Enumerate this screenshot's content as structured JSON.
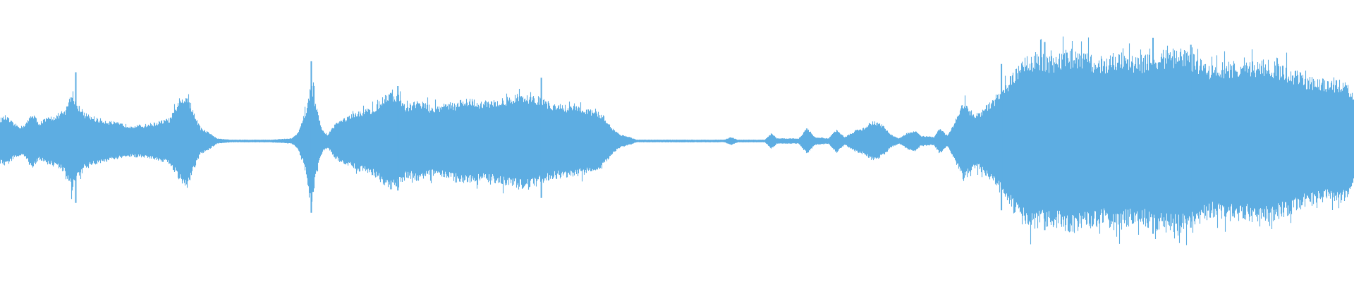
{
  "waveform": {
    "color": "#5dade2",
    "background": "#ffffff",
    "duration_fraction_shown": 1.0,
    "envelope": [
      [
        0.0,
        0.17
      ],
      [
        0.004,
        0.19
      ],
      [
        0.01,
        0.13
      ],
      [
        0.016,
        0.11
      ],
      [
        0.02,
        0.15
      ],
      [
        0.024,
        0.22
      ],
      [
        0.028,
        0.14
      ],
      [
        0.034,
        0.17
      ],
      [
        0.042,
        0.2
      ],
      [
        0.048,
        0.24
      ],
      [
        0.053,
        0.38
      ],
      [
        0.057,
        0.29
      ],
      [
        0.062,
        0.21
      ],
      [
        0.072,
        0.17
      ],
      [
        0.085,
        0.14
      ],
      [
        0.095,
        0.12
      ],
      [
        0.105,
        0.12
      ],
      [
        0.115,
        0.14
      ],
      [
        0.125,
        0.17
      ],
      [
        0.133,
        0.3
      ],
      [
        0.138,
        0.36
      ],
      [
        0.142,
        0.24
      ],
      [
        0.148,
        0.1
      ],
      [
        0.155,
        0.06
      ],
      [
        0.16,
        0.02
      ],
      [
        0.17,
        0.01
      ],
      [
        0.2,
        0.01
      ],
      [
        0.215,
        0.02
      ],
      [
        0.22,
        0.06
      ],
      [
        0.226,
        0.24
      ],
      [
        0.23,
        0.45
      ],
      [
        0.234,
        0.24
      ],
      [
        0.238,
        0.08
      ],
      [
        0.242,
        0.05
      ],
      [
        0.248,
        0.14
      ],
      [
        0.256,
        0.18
      ],
      [
        0.265,
        0.22
      ],
      [
        0.275,
        0.25
      ],
      [
        0.285,
        0.35
      ],
      [
        0.293,
        0.36
      ],
      [
        0.3,
        0.27
      ],
      [
        0.31,
        0.3
      ],
      [
        0.318,
        0.26
      ],
      [
        0.325,
        0.27
      ],
      [
        0.335,
        0.28
      ],
      [
        0.345,
        0.32
      ],
      [
        0.355,
        0.29
      ],
      [
        0.365,
        0.31
      ],
      [
        0.375,
        0.33
      ],
      [
        0.385,
        0.35
      ],
      [
        0.395,
        0.34
      ],
      [
        0.405,
        0.29
      ],
      [
        0.415,
        0.27
      ],
      [
        0.425,
        0.26
      ],
      [
        0.435,
        0.24
      ],
      [
        0.445,
        0.2
      ],
      [
        0.452,
        0.1
      ],
      [
        0.458,
        0.05
      ],
      [
        0.465,
        0.03
      ],
      [
        0.47,
        0.01
      ],
      [
        0.5,
        0.01
      ],
      [
        0.535,
        0.01
      ],
      [
        0.54,
        0.03
      ],
      [
        0.545,
        0.01
      ],
      [
        0.565,
        0.01
      ],
      [
        0.57,
        0.06
      ],
      [
        0.574,
        0.02
      ],
      [
        0.59,
        0.02
      ],
      [
        0.596,
        0.1
      ],
      [
        0.602,
        0.03
      ],
      [
        0.612,
        0.02
      ],
      [
        0.618,
        0.09
      ],
      [
        0.624,
        0.03
      ],
      [
        0.632,
        0.08
      ],
      [
        0.638,
        0.1
      ],
      [
        0.645,
        0.15
      ],
      [
        0.652,
        0.12
      ],
      [
        0.658,
        0.05
      ],
      [
        0.664,
        0.02
      ],
      [
        0.67,
        0.06
      ],
      [
        0.676,
        0.08
      ],
      [
        0.68,
        0.04
      ],
      [
        0.69,
        0.03
      ],
      [
        0.694,
        0.1
      ],
      [
        0.7,
        0.04
      ],
      [
        0.706,
        0.16
      ],
      [
        0.712,
        0.3
      ],
      [
        0.716,
        0.24
      ],
      [
        0.72,
        0.2
      ],
      [
        0.725,
        0.22
      ],
      [
        0.732,
        0.3
      ],
      [
        0.74,
        0.38
      ],
      [
        0.748,
        0.52
      ],
      [
        0.756,
        0.62
      ],
      [
        0.765,
        0.65
      ],
      [
        0.775,
        0.62
      ],
      [
        0.785,
        0.66
      ],
      [
        0.795,
        0.68
      ],
      [
        0.805,
        0.64
      ],
      [
        0.815,
        0.62
      ],
      [
        0.825,
        0.66
      ],
      [
        0.835,
        0.62
      ],
      [
        0.845,
        0.63
      ],
      [
        0.855,
        0.66
      ],
      [
        0.865,
        0.68
      ],
      [
        0.875,
        0.67
      ],
      [
        0.885,
        0.62
      ],
      [
        0.895,
        0.56
      ],
      [
        0.905,
        0.58
      ],
      [
        0.915,
        0.59
      ],
      [
        0.925,
        0.58
      ],
      [
        0.935,
        0.6
      ],
      [
        0.945,
        0.57
      ],
      [
        0.955,
        0.53
      ],
      [
        0.965,
        0.48
      ],
      [
        0.975,
        0.46
      ],
      [
        0.985,
        0.44
      ],
      [
        0.992,
        0.46
      ],
      [
        0.998,
        0.38
      ],
      [
        1.0,
        0.34
      ]
    ],
    "peaks": [
      [
        0.056,
        0.5
      ],
      [
        0.23,
        0.58
      ],
      [
        0.294,
        0.4
      ],
      [
        0.4,
        0.46
      ],
      [
        0.74,
        0.56
      ],
      [
        0.772,
        0.72
      ],
      [
        0.852,
        0.75
      ],
      [
        0.88,
        0.7
      ]
    ]
  }
}
